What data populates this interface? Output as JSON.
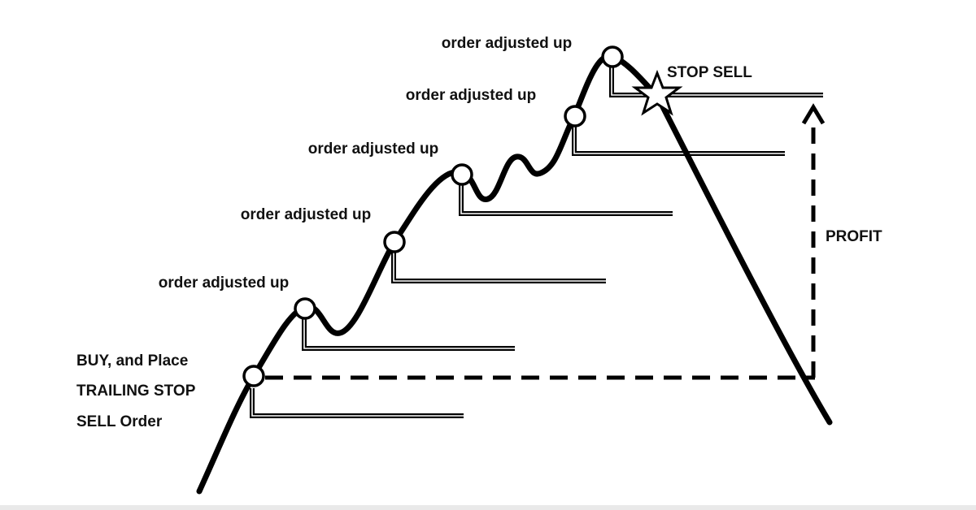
{
  "diagram": {
    "buy_label_lines": [
      "BUY, and Place",
      "TRAILING STOP",
      "SELL Order"
    ],
    "adjusted_labels": [
      "order adjusted up",
      "order adjusted up",
      "order adjusted up",
      "order adjusted up",
      "order adjusted up"
    ],
    "stop_sell_label": "STOP SELL",
    "profit_label": "PROFIT",
    "colors": {
      "line": "#000000",
      "background": "#ffffff"
    }
  }
}
